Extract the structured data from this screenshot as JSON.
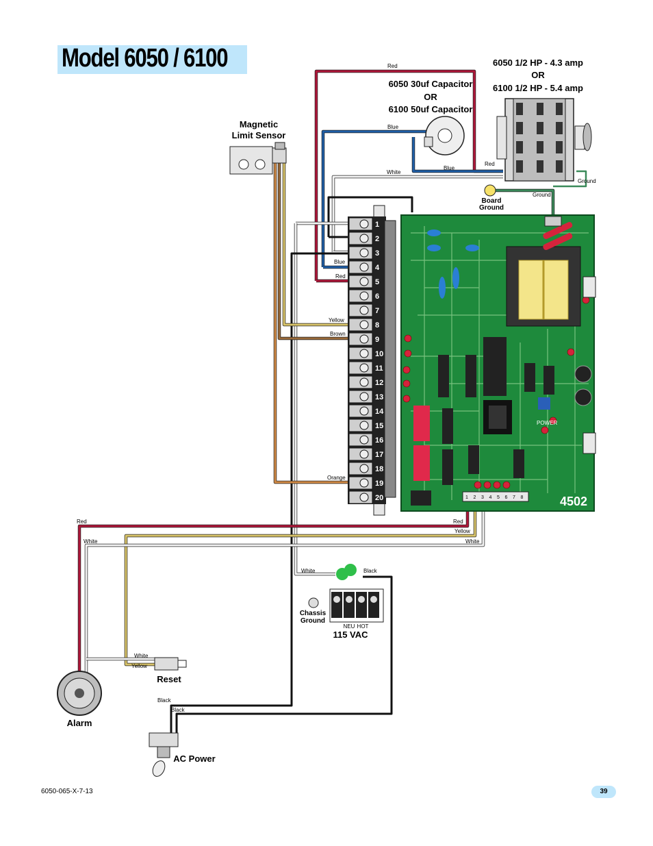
{
  "title": "Model 6050 / 6100",
  "motor_spec": [
    "6050 1/2 HP - 4.3 amp",
    "OR",
    "6100 1/2 HP - 5.4 amp"
  ],
  "capacitor_spec": [
    "6050 30uf Capacitor",
    "OR",
    "6100 50uf Capacitor"
  ],
  "components": {
    "magnetic_limit_sensor": [
      "Magnetic",
      "Limit Sensor"
    ],
    "board_ground": [
      "Board",
      "Ground"
    ],
    "chassis_ground": [
      "Chassis",
      "Ground"
    ],
    "power_supply": "115 VAC",
    "neu": "NEU",
    "hot": "HOT",
    "reset": "Reset",
    "alarm": "Alarm",
    "ac_power": "AC Power",
    "board_number": "4502",
    "power_led": "POWER"
  },
  "terminals": [
    "1",
    "2",
    "3",
    "4",
    "5",
    "6",
    "7",
    "8",
    "9",
    "10",
    "11",
    "12",
    "13",
    "14",
    "15",
    "16",
    "17",
    "18",
    "19",
    "20"
  ],
  "connector_pins": [
    "1",
    "2",
    "3",
    "4",
    "5",
    "6",
    "7",
    "8"
  ],
  "wire_labels": {
    "red_top": "Red",
    "blue_top": "Blue",
    "white_top": "White",
    "blue_cap": "Blue",
    "red_motor": "Red",
    "ground_motor": "Ground",
    "ground_board": "Ground",
    "blue_t4": "Blue",
    "red_t5": "Red",
    "yellow_t8": "Yellow",
    "brown_t9": "Brown",
    "orange_t19": "Orange",
    "red_left": "Red",
    "white_left": "White",
    "red_right": "Red",
    "yellow_right": "Yellow",
    "white_right": "White",
    "white_pwr": "White",
    "black_pwr": "Black",
    "white_reset": "White",
    "yellow_reset": "Yellow",
    "black_sw1": "Black",
    "black_sw2": "Black"
  },
  "colors": {
    "red": "#b0173a",
    "blue": "#1f5fa8",
    "white": "#f4f4f4",
    "black": "#111111",
    "yellow": "#d9c46a",
    "brown": "#9a6b3a",
    "orange": "#d18a45",
    "ground": "#3b8a5a",
    "board": "#1e8a3c",
    "accent": "#bfe6fb"
  },
  "footer": {
    "doc_code": "6050-065-X-7-13",
    "page": "39"
  }
}
